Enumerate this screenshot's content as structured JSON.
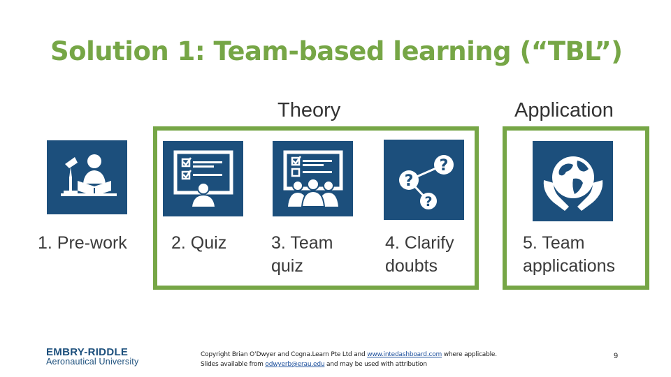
{
  "title": "Solution 1:  Team-based learning (“TBL”)",
  "sections": {
    "theory": "Theory",
    "application": "Application"
  },
  "steps": [
    {
      "label": "1. Pre-work",
      "icon": "student-reading-icon"
    },
    {
      "label": "2. Quiz",
      "icon": "individual-quiz-icon"
    },
    {
      "label": "3. Team\n  quiz",
      "icon": "team-quiz-icon"
    },
    {
      "label": "4. Clarify\ndoubts",
      "icon": "question-network-icon"
    },
    {
      "label": "5. Team\napplications",
      "icon": "hands-globe-icon"
    }
  ],
  "logo": {
    "top": "EMBRY-RIDDLE",
    "bottom": "Aeronautical University"
  },
  "footer": {
    "line1_pre": "Copyright Brian O’Dwyer and Cogna.Learn Pte Ltd and ",
    "line1_link": "www.intedashboard.com",
    "line1_post": " where applicable.",
    "line2_pre": "Slides available from ",
    "line2_link": " odwyerb@erau.edu",
    "line2_post": " and may be used with attribution"
  },
  "page_number": "9",
  "colors": {
    "accent_green": "#76a646",
    "icon_blue": "#1c4f7c"
  }
}
